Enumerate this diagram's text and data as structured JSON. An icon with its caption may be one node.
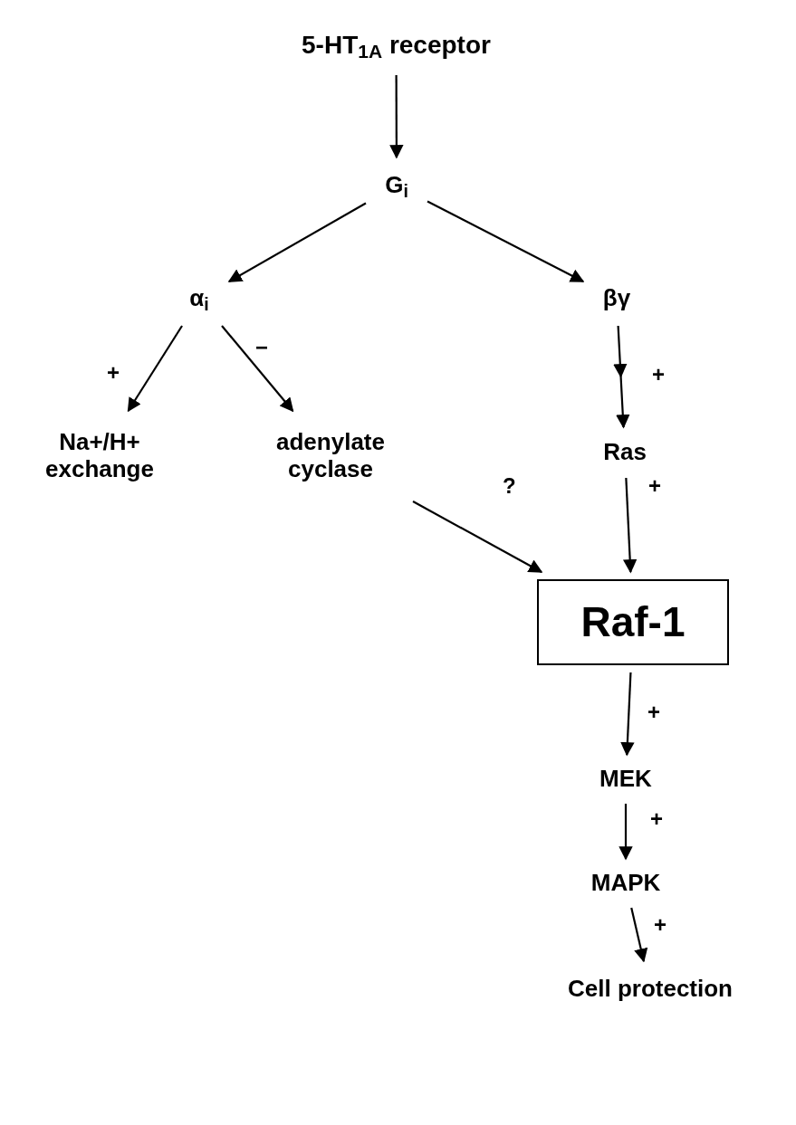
{
  "diagram": {
    "nodes": [
      {
        "text": [
          "5-HT$_{1A}$ receptor"
        ]
      },
      {
        "text": [
          "G$_{i}$"
        ]
      },
      {
        "text": [
          "α$_{i}$"
        ]
      },
      {
        "text": [
          "βγ"
        ]
      },
      {
        "text": [
          "Na+/H+ exchange"
        ]
      },
      {
        "text": [
          "adenylate cyclase"
        ]
      },
      {
        "text": [
          "Ras"
        ]
      },
      {
        "text": [
          "Raf-1"
        ]
      },
      {
        "text": [
          "MEK"
        ]
      },
      {
        "text": [
          "MAPK"
        ]
      },
      {
        "text": [
          "Cell protection"
        ]
      }
    ],
    "edges": [
      {
        "from": 0,
        "to": 1,
        "arrow": "to"
      },
      {
        "from": 1,
        "to": 2,
        "arrow": "to"
      },
      {
        "from": 1,
        "to": 3,
        "arrow": "to"
      },
      {
        "from": 2,
        "to": 4,
        "arrow": "to",
        "label": "+"
      },
      {
        "from": 2,
        "to": 5,
        "arrow": "to",
        "label": "−"
      },
      {
        "from": 3,
        "to": 6,
        "arrow": "to",
        "label": "+"
      },
      {
        "from": 5,
        "to": 7,
        "arrow": "to",
        "label": "?"
      },
      {
        "from": 6,
        "to": 7,
        "arrow": "to",
        "label": "+"
      },
      {
        "from": 7,
        "to": 8,
        "arrow": "to",
        "label": "+"
      },
      {
        "from": 8,
        "to": 9,
        "arrow": "to",
        "label": "+"
      },
      {
        "from": 9,
        "to": 10,
        "arrow": "to",
        "label": "+"
      }
    ]
  }
}
